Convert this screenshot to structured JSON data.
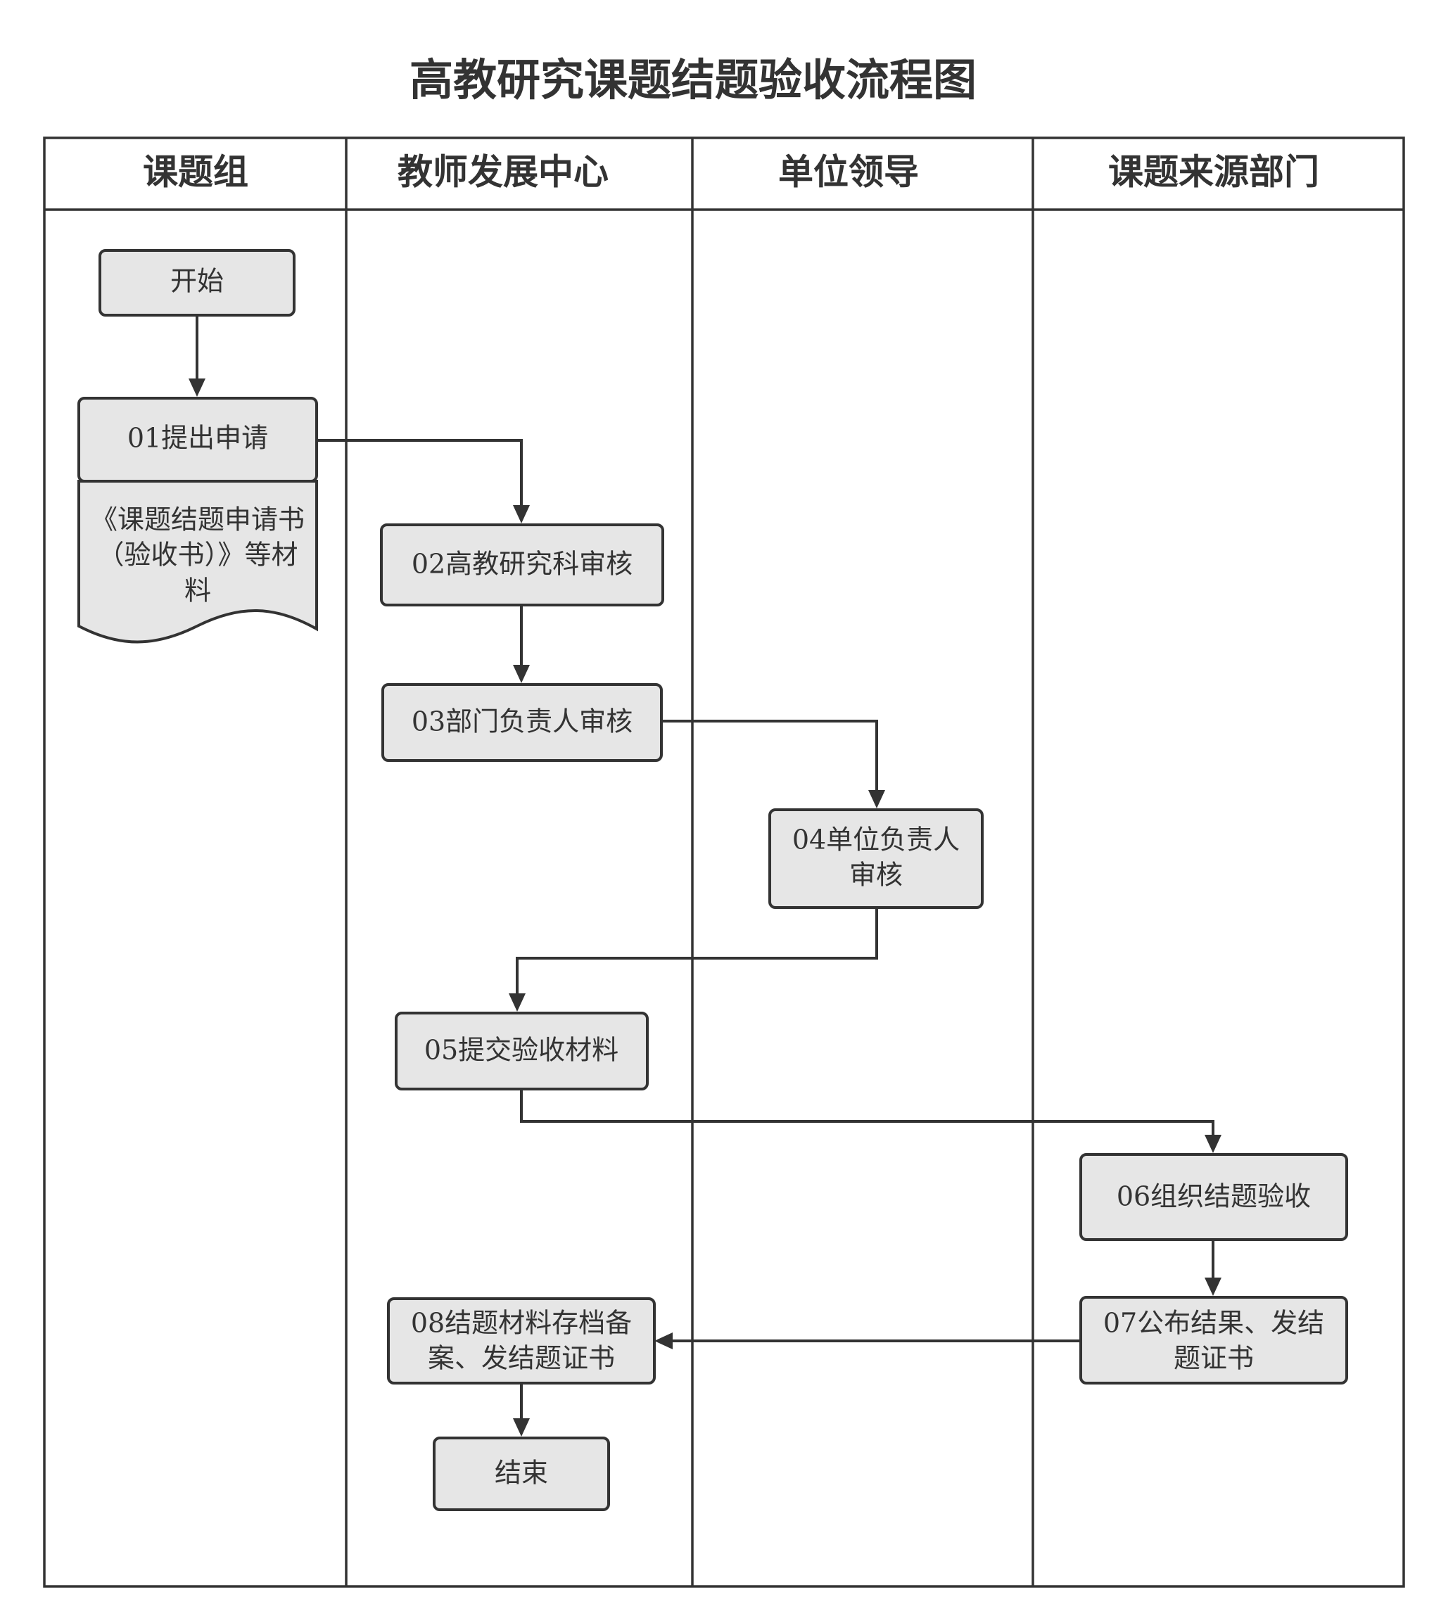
{
  "title": "高教研究课题结题验收流程图",
  "lanes": [
    "课题组",
    "教师发展中心",
    "单位领导",
    "课题来源部门"
  ],
  "nodes": {
    "start": {
      "lines": [
        "开始"
      ]
    },
    "n01": {
      "lines": [
        "01提出申请"
      ]
    },
    "doc": {
      "lines": [
        "《课题结题申请书",
        "（验收书）》等材",
        "料"
      ]
    },
    "n02": {
      "lines": [
        "02高教研究科审核"
      ]
    },
    "n03": {
      "lines": [
        "03部门负责人审核"
      ]
    },
    "n04": {
      "lines": [
        "04单位负责人",
        "审核"
      ]
    },
    "n05": {
      "lines": [
        "05提交验收材料"
      ]
    },
    "n06": {
      "lines": [
        "06组织结题验收"
      ]
    },
    "n07": {
      "lines": [
        "07公布结果、发结",
        "题证书"
      ]
    },
    "n08": {
      "lines": [
        "08结题材料存档备",
        "案、发结题证书"
      ]
    },
    "end": {
      "lines": [
        "结束"
      ]
    }
  },
  "edges": [
    {
      "from": "start",
      "to": "n01"
    },
    {
      "from": "n01",
      "to": "n02"
    },
    {
      "from": "n02",
      "to": "n03"
    },
    {
      "from": "n03",
      "to": "n04"
    },
    {
      "from": "n04",
      "to": "n05"
    },
    {
      "from": "n05",
      "to": "n06"
    },
    {
      "from": "n06",
      "to": "n07"
    },
    {
      "from": "n07",
      "to": "n08"
    },
    {
      "from": "n08",
      "to": "end"
    }
  ]
}
